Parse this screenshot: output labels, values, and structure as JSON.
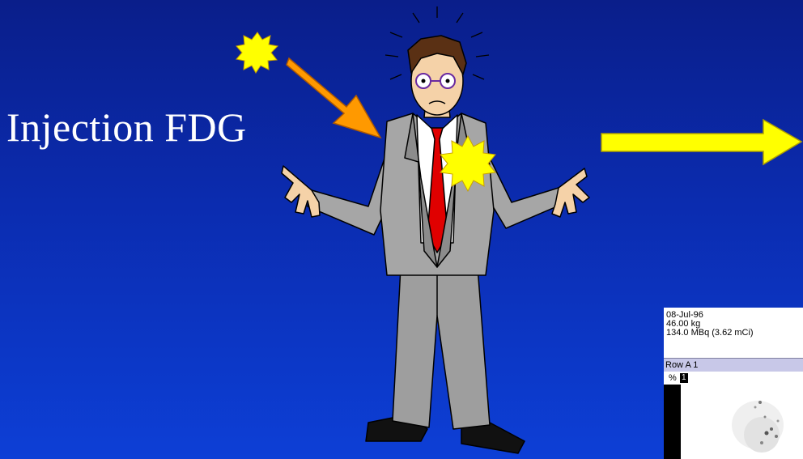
{
  "slide": {
    "title": "Injection FDG"
  },
  "scan_panel": {
    "date": "08-Jul-96",
    "weight": "46.00 kg",
    "activity": "134.0 MBq (3.62 mCi)",
    "row_label": "Row A 1",
    "percent_symbol": "%",
    "frame_number": "1"
  },
  "colors": {
    "background_top": "#0a1e8a",
    "background_bottom": "#0d3fd6",
    "injection_arrow": "#ff9900",
    "result_arrow": "#ffff00",
    "radiation_burst": "#ffff00",
    "tie": "#e00000",
    "suit": "#a6a6a6"
  },
  "icons": [
    "radiation-burst-icon",
    "injection-arrow-icon",
    "result-arrow-icon",
    "confused-man-illustration"
  ]
}
